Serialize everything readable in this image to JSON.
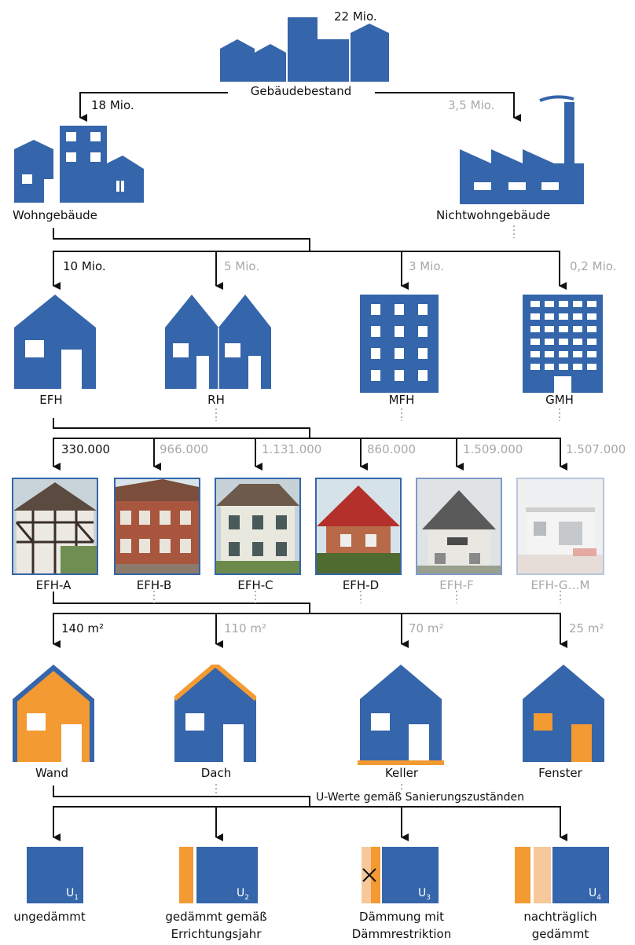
{
  "top": {
    "count": "22 Mio.",
    "label": "Gebäudebestand"
  },
  "level1": [
    {
      "count": "18 Mio.",
      "label": "Wohngebäude",
      "icon": "residential-buildings-icon"
    },
    {
      "count": "3,5 Mio.",
      "label": "Nichtwohngebäude",
      "icon": "factory-icon"
    }
  ],
  "level2": [
    {
      "count": "10 Mio.",
      "label": "EFH",
      "icon": "single-family-house-icon"
    },
    {
      "count": "5 Mio.",
      "label": "RH",
      "icon": "row-house-icon"
    },
    {
      "count": "3 Mio.",
      "label": "MFH",
      "icon": "multi-family-house-icon"
    },
    {
      "count": "0,2 Mio.",
      "label": "GMH",
      "icon": "large-apartment-building-icon"
    }
  ],
  "level3": [
    {
      "count": "330.000",
      "label": "EFH-A",
      "photo": "half-timbered-house-photo"
    },
    {
      "count": "966.000",
      "label": "EFH-B",
      "photo": "brick-house-photo"
    },
    {
      "count": "1.131.000",
      "label": "EFH-C",
      "photo": "white-house-photo"
    },
    {
      "count": "860.000",
      "label": "EFH-D",
      "photo": "red-brick-house-photo"
    },
    {
      "count": "1.509.000",
      "label": "EFH-F",
      "photo": "gable-house-photo"
    },
    {
      "count": "1.507.000",
      "label": "EFH-G…M",
      "photo": "bungalow-photo"
    }
  ],
  "level4": [
    {
      "count": "140 m²",
      "label": "Wand",
      "icon": "wall-highlight-icon"
    },
    {
      "count": "110 m²",
      "label": "Dach",
      "icon": "roof-highlight-icon"
    },
    {
      "count": "70 m²",
      "label": "Keller",
      "icon": "basement-highlight-icon"
    },
    {
      "count": "25 m²",
      "label": "Fenster",
      "icon": "window-highlight-icon"
    }
  ],
  "level5": {
    "heading": "U-Werte gemäß Sanierungszuständen",
    "items": [
      {
        "label": [
          "ungedämmt"
        ],
        "u_sub": "1"
      },
      {
        "label": [
          "gedämmt gemäß",
          "Errichtungsjahr"
        ],
        "u_sub": "2"
      },
      {
        "label": [
          "Dämmung mit",
          "Dämmrestriktion"
        ],
        "u_sub": "3"
      },
      {
        "label": [
          "nachträglich",
          "gedämmt"
        ],
        "u_sub": "4"
      }
    ]
  },
  "colors": {
    "blue": "#3565aa",
    "orange": "#f39a33",
    "light_orange": "#f7c99a",
    "grey_text": "#a8a8a8"
  }
}
